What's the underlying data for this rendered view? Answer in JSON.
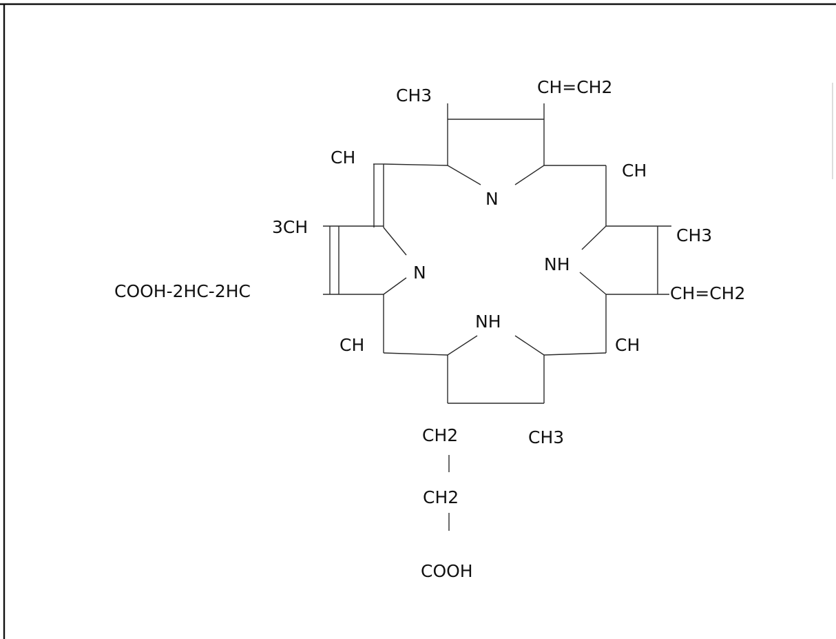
{
  "molecule": {
    "labels": {
      "top_left_methyl": "CH3",
      "top_right_vinyl": "CH=CH2",
      "top_left_ch": "CH",
      "top_right_ch": "CH",
      "top_nitrogen": "N",
      "left_methyl": "3CH",
      "right_methyl": "CH3",
      "left_nitrogen": "N",
      "right_nh": "NH",
      "left_propionic": "COOH-2HC-2HC",
      "right_vinyl": "CH=CH2",
      "bottom_nh": "NH",
      "bottom_left_ch": "CH",
      "bottom_right_ch": "CH",
      "bottom_ch2": "CH2",
      "bottom_methyl": "CH3",
      "chain_ch2": "CH2",
      "chain_cooh": "COOH"
    }
  }
}
